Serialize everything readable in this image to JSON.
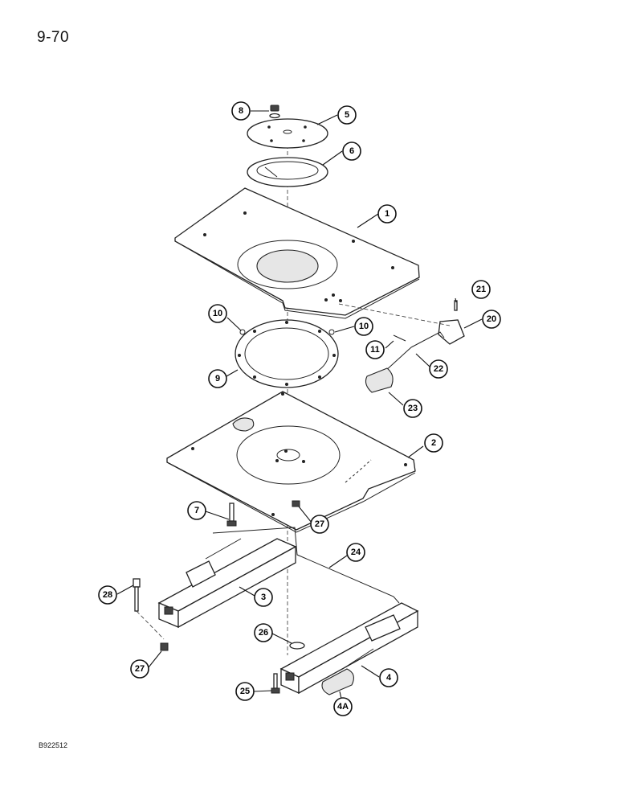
{
  "page": {
    "number": "9-70",
    "figure_code": "B922512"
  },
  "callouts": [
    {
      "id": "c8",
      "label": "8"
    },
    {
      "id": "c5",
      "label": "5"
    },
    {
      "id": "c6",
      "label": "6"
    },
    {
      "id": "c1",
      "label": "1"
    },
    {
      "id": "c21",
      "label": "21"
    },
    {
      "id": "c20",
      "label": "20"
    },
    {
      "id": "c10a",
      "label": "10"
    },
    {
      "id": "c10b",
      "label": "10"
    },
    {
      "id": "c11",
      "label": "11"
    },
    {
      "id": "c22",
      "label": "22"
    },
    {
      "id": "c9",
      "label": "9"
    },
    {
      "id": "c23",
      "label": "23"
    },
    {
      "id": "c2",
      "label": "2"
    },
    {
      "id": "c7",
      "label": "7"
    },
    {
      "id": "c27a",
      "label": "27"
    },
    {
      "id": "c24",
      "label": "24"
    },
    {
      "id": "c28",
      "label": "28"
    },
    {
      "id": "c3",
      "label": "3"
    },
    {
      "id": "c26",
      "label": "26"
    },
    {
      "id": "c4",
      "label": "4"
    },
    {
      "id": "c27b",
      "label": "27"
    },
    {
      "id": "c25",
      "label": "25"
    },
    {
      "id": "c4a",
      "label": "4A"
    }
  ]
}
